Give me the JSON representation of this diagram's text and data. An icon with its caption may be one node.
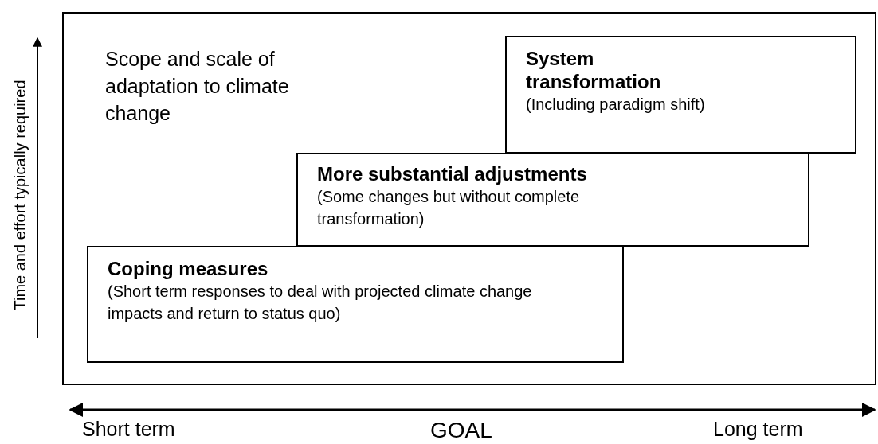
{
  "diagram": {
    "nodes": [
      {
        "text": [
          "Scope and scale of adaptation to climate change"
        ]
      },
      {
        "text": [
          "System transformation",
          "(Including paradigm shift)"
        ],
        "in": 0
      },
      {
        "text": [
          "More substantial adjustments",
          "(Some changes but without complete transformation)"
        ],
        "in": 0
      },
      {
        "text": [
          "Coping measures",
          "(Short term responses to deal with projected climate change impacts and return to status quo)"
        ],
        "in": 0
      }
    ],
    "labels": [
      "Time and effort typically required",
      "Short term",
      "GOAL",
      "Long term"
    ]
  }
}
